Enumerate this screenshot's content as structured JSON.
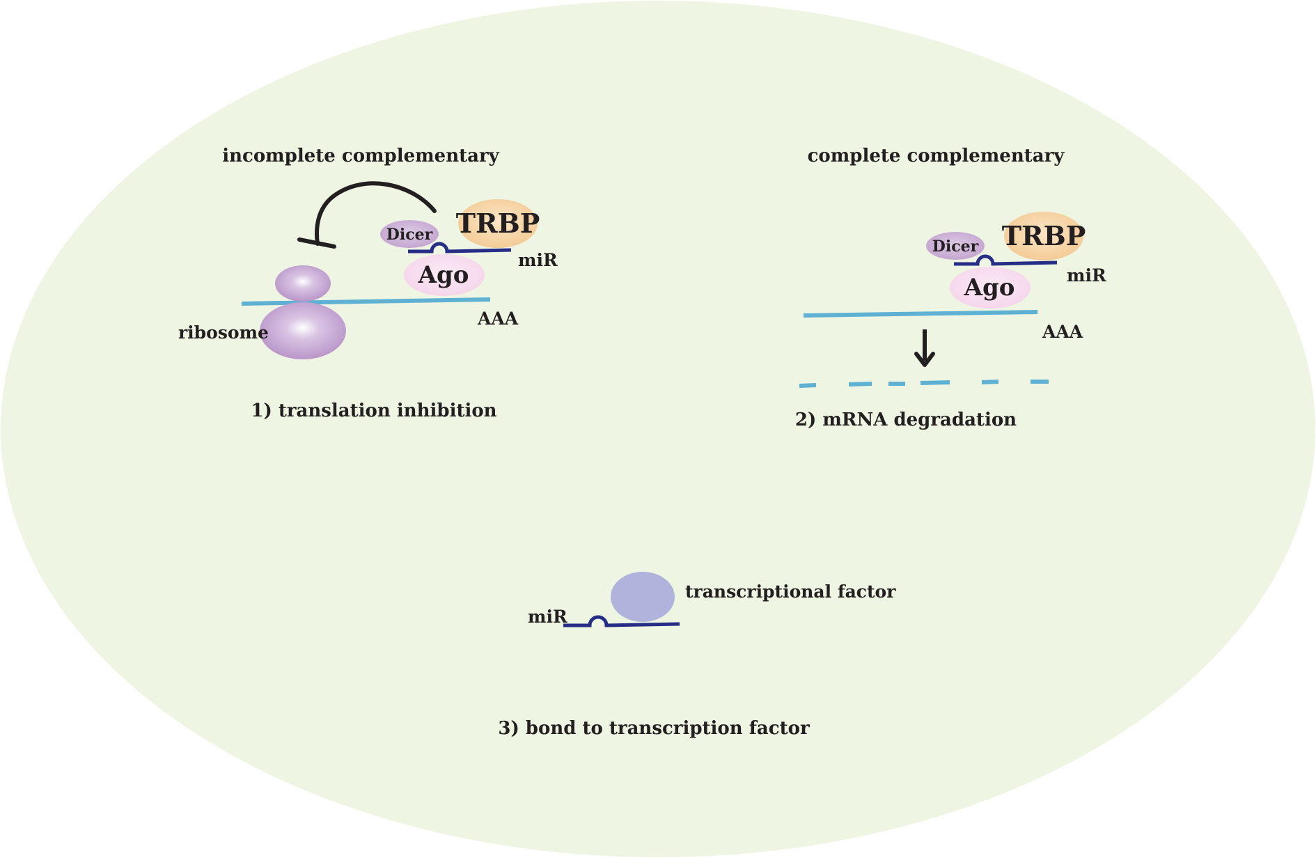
{
  "colors": {
    "cell": "#eef5e2",
    "mrna": "#5fb1d4",
    "mir": "#262d87",
    "trbp": "#f3c993",
    "ago": "#f5d4ea",
    "dicer": "#c3a2cf",
    "ribosome": "#b996c9",
    "transcription_factor": "#b0b4dc",
    "inhibition": "#231f20",
    "text": "#231f20"
  },
  "panel1": {
    "heading": "incomplete complementary",
    "ribosome_label": "ribosome",
    "dicer_label": "Dicer",
    "trbp_label": "TRBP",
    "ago_label": "Ago",
    "mir_label": "miR",
    "polya_label": "AAA",
    "caption": "1) translation inhibition"
  },
  "panel2": {
    "heading": "complete complementary",
    "dicer_label": "Dicer",
    "trbp_label": "TRBP",
    "ago_label": "Ago",
    "mir_label": "miR",
    "polya_label": "AAA",
    "caption": "2) mRNA degradation"
  },
  "panel3": {
    "mir_label": "miR",
    "tf_label": "transcriptional factor",
    "caption": "3) bond to transcription factor"
  }
}
